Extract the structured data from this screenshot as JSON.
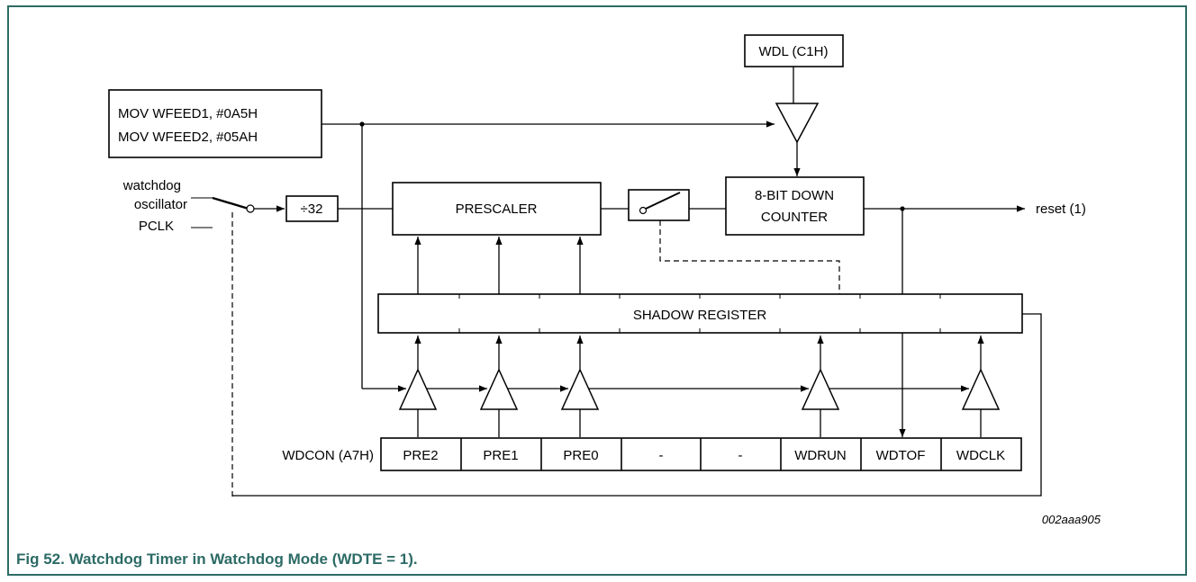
{
  "diagram": {
    "feed_instructions": [
      "MOV WFEED1, #0A5H",
      "MOV WFEED2, #05AH"
    ],
    "wdl": "WDL (C1H)",
    "clock_sources": {
      "watchdog_line1": "watchdog",
      "watchdog_line2": "oscillator",
      "pclk": "PCLK"
    },
    "divider": "÷32",
    "prescaler": "PRESCALER",
    "counter": [
      "8-BIT DOWN",
      "COUNTER"
    ],
    "output": "reset (1)",
    "shadow_register": "SHADOW REGISTER",
    "register_name": "WDCON (A7H)",
    "register_bits": [
      "PRE2",
      "PRE1",
      "PRE0",
      "-",
      "-",
      "WDRUN",
      "WDTOF",
      "WDCLK"
    ],
    "figure_id": "002aaa905"
  },
  "caption": "Fig 52.  Watchdog Timer in Watchdog Mode (WDTE = 1).",
  "colors": {
    "frame": "#2d6b66",
    "caption": "#2d6b66",
    "lines": "#000000"
  }
}
